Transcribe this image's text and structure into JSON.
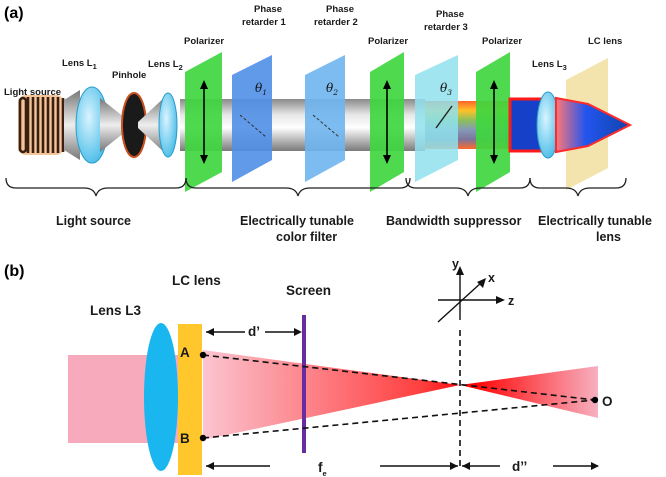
{
  "panel_a": {
    "label": "(a)",
    "top_labels": {
      "lens_l1": "Lens L",
      "lens_l1_sub": "1",
      "pinhole": "Pinhole",
      "lens_l2": "Lens L",
      "lens_l2_sub": "2",
      "light_source": "Light source",
      "polarizer_1": "Polarizer",
      "phase_retarder_1_line1": "Phase",
      "phase_retarder_1_line2": "retarder 1",
      "phase_retarder_2_line1": "Phase",
      "phase_retarder_2_line2": "retarder 2",
      "polarizer_2": "Polarizer",
      "phase_retarder_3_line1": "Phase",
      "phase_retarder_3_line2": "retarder 3",
      "polarizer_3": "Polarizer",
      "lens_l3": "Lens L",
      "lens_l3_sub": "3",
      "lc_lens": "LC lens"
    },
    "angles": {
      "theta1": "θ",
      "theta1_sub": "1",
      "theta2": "θ",
      "theta2_sub": "2",
      "theta3": "θ",
      "theta3_sub": "3"
    },
    "groups": {
      "light_source": "Light source",
      "color_filter_line1": "Electrically tunable",
      "color_filter_line2": "color filter",
      "bandwidth_suppressor": "Bandwidth suppressor",
      "tunable_lens_line1": "Electrically tunable",
      "tunable_lens_line2": "lens"
    }
  },
  "panel_b": {
    "label": "(b)",
    "lens_l3": "Lens L3",
    "lc_lens": "LC lens",
    "screen": "Screen",
    "point_a": "A",
    "point_b": "B",
    "point_o": "O",
    "d_prime": "d’",
    "fe": "f",
    "fe_sub": "e",
    "d_double_prime": "d’’",
    "axis_x": "x",
    "axis_y": "y",
    "axis_z": "z"
  },
  "colors": {
    "polarizer": "#3fd63f",
    "phase_retarder_1": "#4f8fe6",
    "phase_retarder_2": "#6fb5ee",
    "phase_retarder_3": "#8fe0ec",
    "lc_lens": "#f2e2a8",
    "lens": "#6fd0ef",
    "beam_red": "#ff1111",
    "beam_pink": "#f7aabb",
    "lc_block": "#ffc72c",
    "screen": "#6a2aa0",
    "lens_b": "#1ab6ef"
  }
}
